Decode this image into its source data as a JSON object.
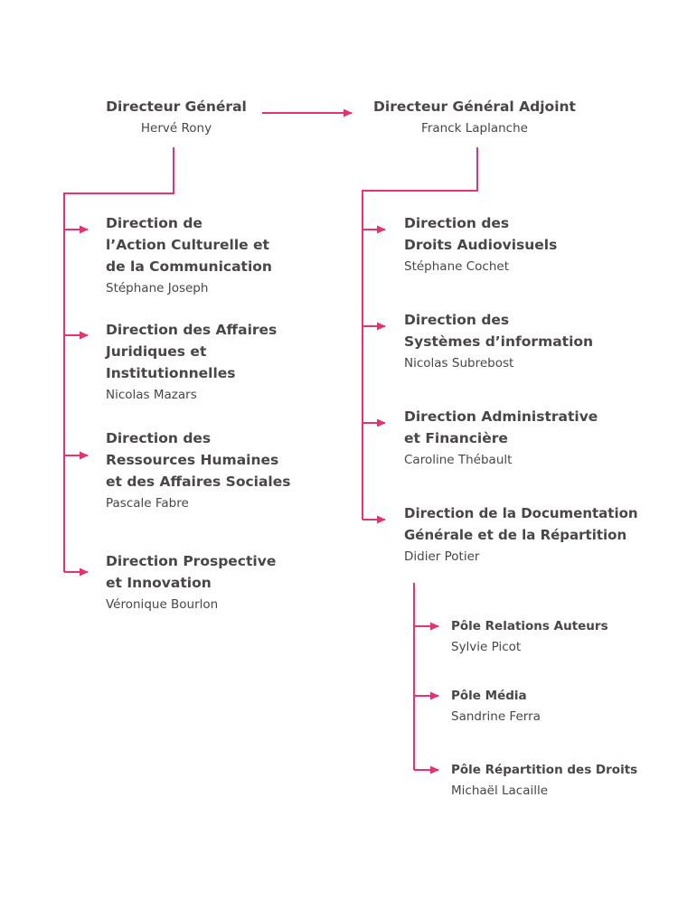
{
  "accent_color": "#e5336b",
  "top": {
    "dg": {
      "title": "Directeur Général",
      "name": "Hervé Rony"
    },
    "dga": {
      "title": "Directeur Général Adjoint",
      "name": "Franck Laplanche"
    }
  },
  "left": [
    {
      "title": [
        "Direction de",
        "l’Action Culturelle et",
        "de la Communication"
      ],
      "name": "Stéphane Joseph"
    },
    {
      "title": [
        "Direction des Affaires",
        "Juridiques et",
        "Institutionnelles"
      ],
      "name": "Nicolas Mazars"
    },
    {
      "title": [
        "Direction des",
        "Ressources Humaines",
        "et des Affaires Sociales"
      ],
      "name": "Pascale Fabre"
    },
    {
      "title": [
        "Direction Prospective",
        "et Innovation"
      ],
      "name": "Véronique Bourlon"
    }
  ],
  "right": [
    {
      "title": [
        "Direction des",
        "Droits Audiovisuels"
      ],
      "name": "Stéphane Cochet"
    },
    {
      "title": [
        "Direction des",
        "Systèmes d’information"
      ],
      "name": "Nicolas Subrebost"
    },
    {
      "title": [
        "Direction Administrative",
        "et Financière"
      ],
      "name": "Caroline Thébault"
    },
    {
      "title": [
        "Direction de la Documentation",
        "Générale et de la Répartition"
      ],
      "name": "Didier Potier"
    }
  ],
  "poles": [
    {
      "title": "Pôle Relations Auteurs",
      "name": "Sylvie Picot"
    },
    {
      "title": "Pôle Média",
      "name": "Sandrine Ferra"
    },
    {
      "title": "Pôle Répartition des Droits",
      "name": "Michaël Lacaille"
    }
  ]
}
